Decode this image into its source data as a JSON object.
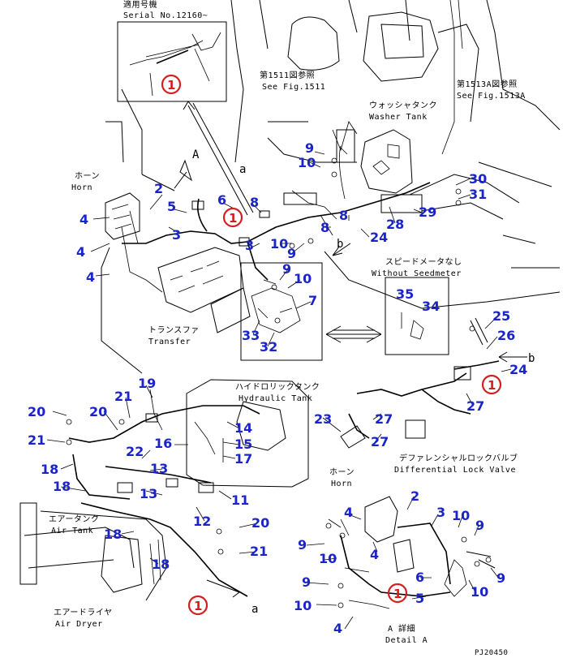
{
  "labels": {
    "serial_jp": "適用号機",
    "serial_en": "Serial No.12160~",
    "fig1511_jp": "第1511図参照",
    "fig1511_en": "See Fig.1511",
    "fig1513_jp": "第1513A図参照",
    "fig1513_en": "See Fig.1513A",
    "washer_jp": "ウォッシャタンク",
    "washer_en": "Washer Tank",
    "horn_jp": "ホーン",
    "horn_en": "Horn",
    "view_a": "A",
    "letter_a": "a",
    "letter_b": "b",
    "transfer_jp": "トランスファ",
    "transfer_en": "Transfer",
    "seedmeter_jp": "スピードメータなし",
    "seedmeter_en": "Without Seedmeter",
    "hydraulic_jp": "ハイドロリックタンク",
    "hydraulic_en": "Hydraulic Tank",
    "difflock_jp": "デファレンシャルロックバルブ",
    "difflock_en": "Differential Lock Valve",
    "horn2_jp": "ホーン",
    "horn2_en": "Horn",
    "airtank_jp": "エアータンク",
    "airtank_en": "Air Tank",
    "airdryer_jp": "エアードライヤ",
    "airdryer_en": "Air Dryer",
    "detail_jp": "A 詳細",
    "detail_en": "Detail A",
    "drawing_no": "PJ20450"
  },
  "marker": "1",
  "callouts": [
    "1",
    "2",
    "3",
    "4",
    "5",
    "6",
    "7",
    "8",
    "9",
    "10",
    "11",
    "12",
    "13",
    "14",
    "15",
    "16",
    "17",
    "18",
    "19",
    "20",
    "21",
    "22",
    "23",
    "24",
    "25",
    "26",
    "27",
    "28",
    "29",
    "30",
    "31",
    "32",
    "33",
    "34",
    "35"
  ],
  "colors": {
    "callout": "#1a24c8",
    "marker": "#d22020",
    "line": "#000000"
  }
}
